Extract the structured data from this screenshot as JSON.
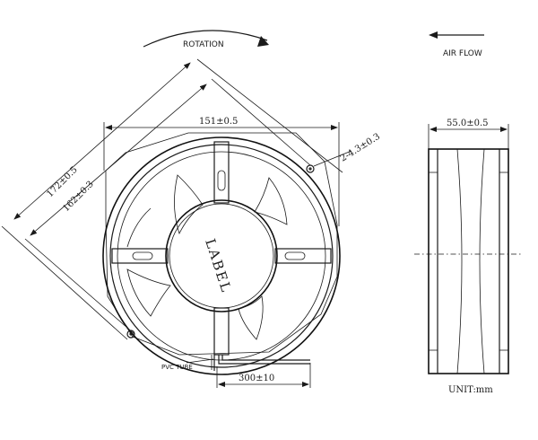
{
  "annotations": {
    "rotation": "ROTATION",
    "air_flow": "AIR FLOW",
    "label": "LABEL",
    "units": "UNIT:mm",
    "pvc_tube": "PVC TUBE"
  },
  "dimensions": {
    "width_151": "151±0.5",
    "diag_172": "172±0.5",
    "diag_162": "162±0.3",
    "holes": "2-4.3±0.3",
    "depth": "55.0±0.5",
    "lead": "300±10"
  }
}
